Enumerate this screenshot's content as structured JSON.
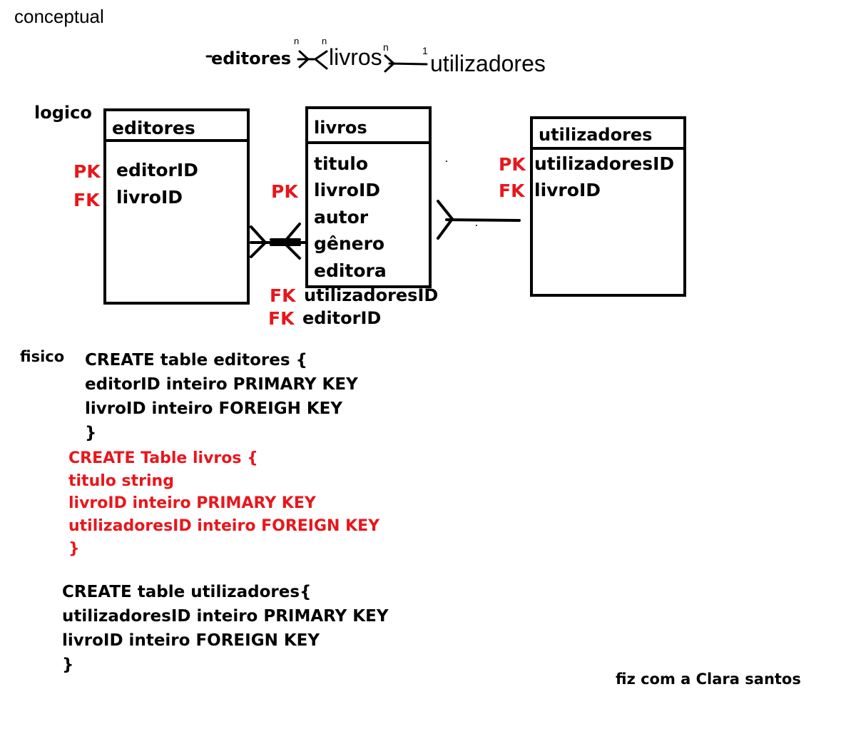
{
  "sections": {
    "conceptual": "conceptual",
    "logico": "logico",
    "fisico": "fisico"
  },
  "conceptual": {
    "editores": "editores",
    "livros": "livros",
    "utilizadores": "utilizadores",
    "card_n1": "n",
    "card_n2": "n",
    "card_n3": "n",
    "card_1": "1"
  },
  "logical": {
    "editores": {
      "title": "editores",
      "fields": [
        "editorID",
        "livroID"
      ],
      "keys": [
        "PK",
        "FK"
      ]
    },
    "livros": {
      "title": "livros",
      "fields": [
        "titulo",
        "livroID",
        "autor",
        "gênero",
        "editora"
      ],
      "pk": "PK",
      "extra_keys": [
        {
          "key": "FK",
          "field": "utilizadoresID"
        },
        {
          "key": "FK",
          "field": "editorID"
        }
      ]
    },
    "utilizadores": {
      "title": "utilizadores",
      "fields": [
        "utilizadoresID",
        "livroID"
      ],
      "keys": [
        "PK",
        "FK"
      ]
    }
  },
  "physical": {
    "editores": [
      "CREATE table editores {",
      "editorID inteiro PRIMARY KEY",
      "livroID inteiro FOREIGH KEY",
      "}"
    ],
    "livros": [
      "CREATE Table livros {",
      "titulo string",
      "livroID inteiro PRIMARY KEY",
      "utilizadoresID inteiro FOREIGN KEY",
      "}"
    ],
    "utilizadores": [
      "CREATE table utilizadores{",
      "utilizadoresID inteiro PRIMARY KEY",
      "livroID inteiro FOREIGN KEY",
      "}"
    ]
  },
  "credit": "fiz com a Clara santos",
  "colors": {
    "key_red": "#e8161c",
    "ink": "#000000"
  }
}
